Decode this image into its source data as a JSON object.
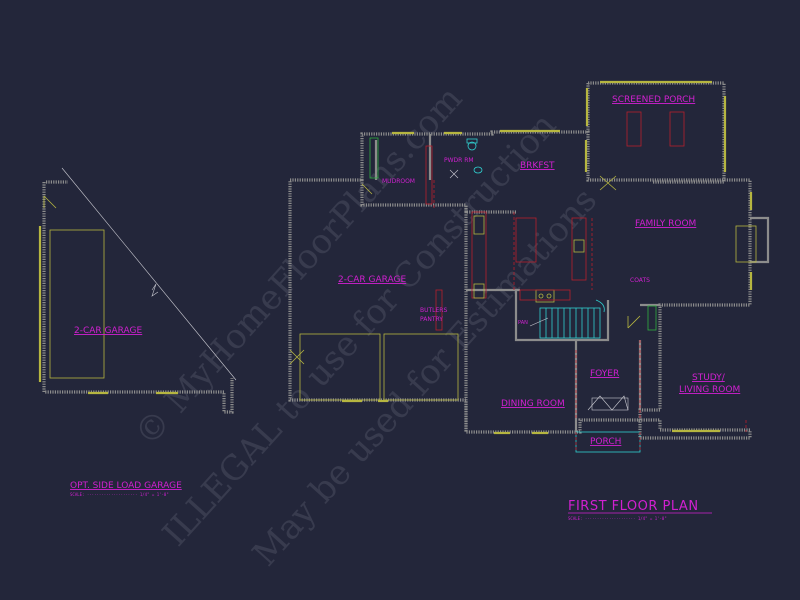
{
  "rooms": {
    "screened_porch": "SCREENED PORCH",
    "powder_rm": "PWDR RM",
    "brkfst": "BRKFST",
    "mudroom": "MUDROOM",
    "family_room": "FAMILY ROOM",
    "two_car_garage": "2-CAR GARAGE",
    "butlers_pantry_1": "BUTLERS",
    "butlers_pantry_2": "PANTRY",
    "coats": "COATS",
    "pan": "PAN",
    "foyer": "FOYER",
    "dining_room": "DINING ROOM",
    "study_1": "STUDY/",
    "study_2": "LIVING ROOM",
    "porch": "PORCH",
    "opt_garage": "2-CAR GARAGE"
  },
  "titles": {
    "main": "FIRST FLOOR PLAN",
    "main_scale": "SCALE: ····················· 1/4\" = 1'-0\"",
    "opt": "OPT. SIDE LOAD GARAGE",
    "opt_scale": "SCALE: ····················· 1/4\" = 1'-0\""
  },
  "watermark": {
    "line1": "© MyHomeFloorPlans.com",
    "line2": "ILLEGAL to use for Construction",
    "line3": "May be used for Estimations"
  },
  "colors": {
    "background": "#23263a",
    "label": "#d020d0",
    "wall": "#8c8c8c",
    "window": "#b6b640",
    "cabinet": "#b8202c",
    "fixture": "#30d0d0"
  }
}
